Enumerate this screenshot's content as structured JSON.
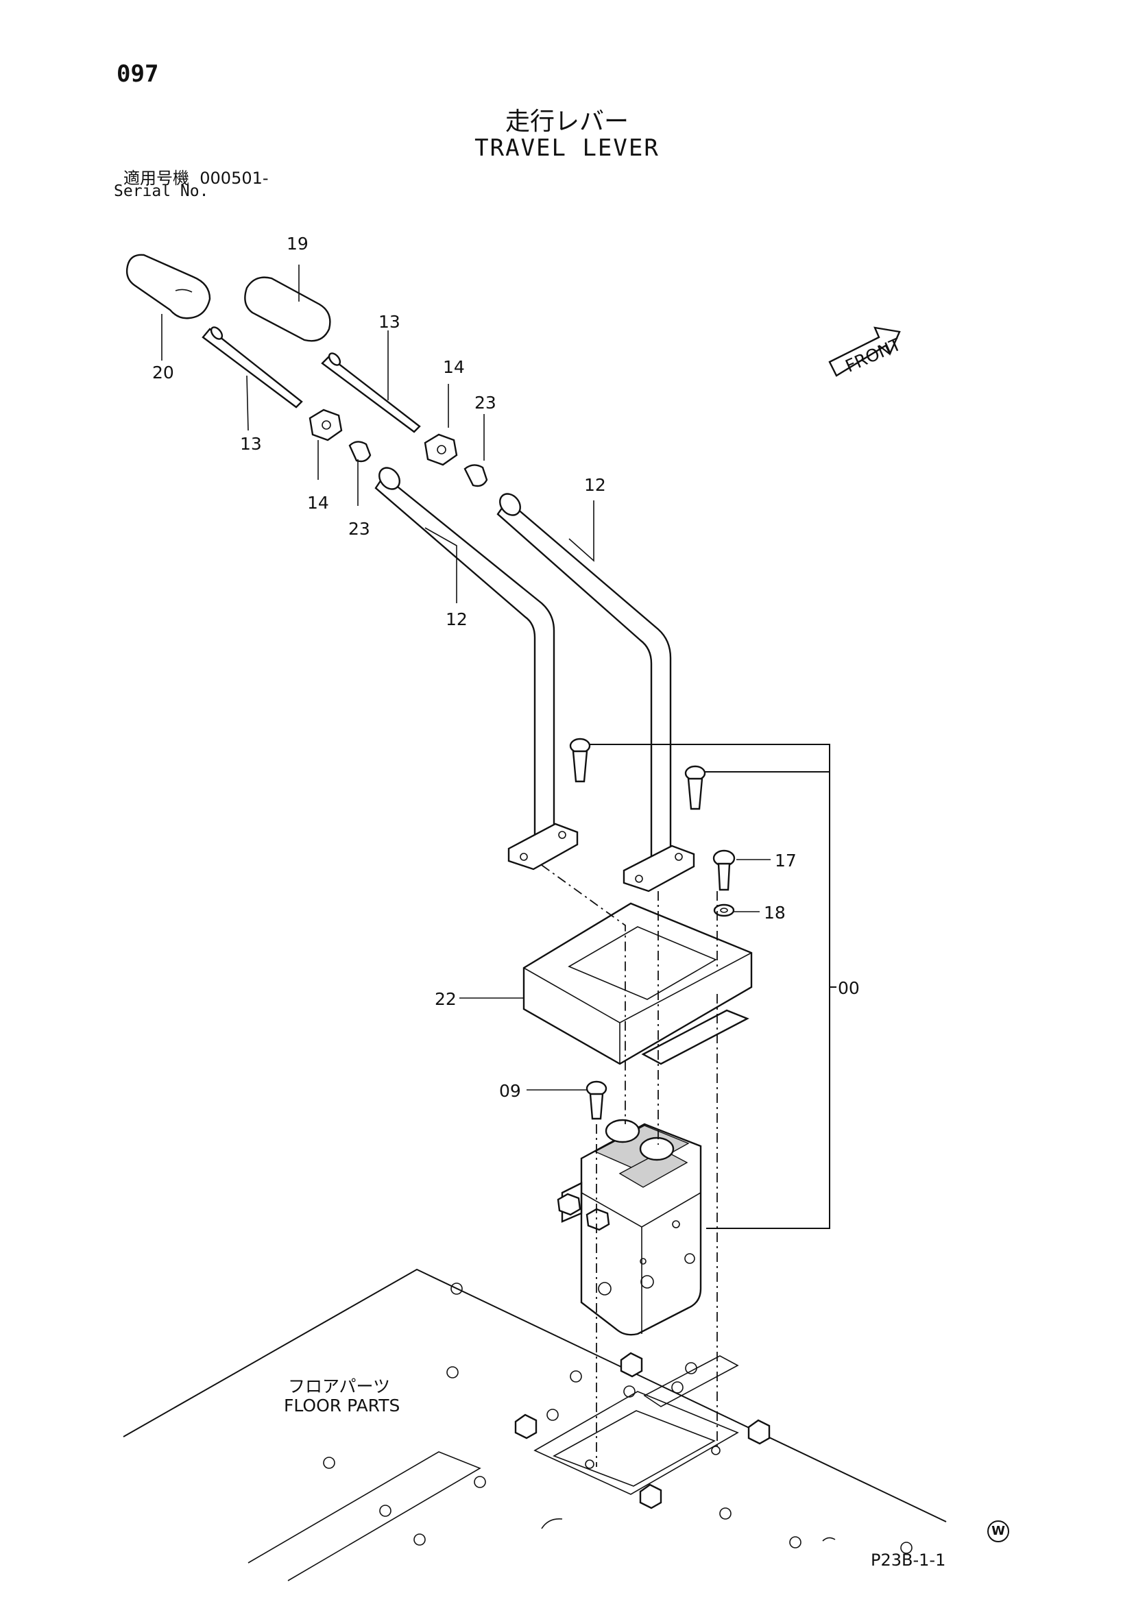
{
  "header": {
    "page_number": "097",
    "title_jp": "走行レバー",
    "title_en": "TRAVEL LEVER",
    "serial_label_jp": "適用号機",
    "serial_value": "000501-",
    "serial_label_en": "Serial No."
  },
  "front_label": "FRONT",
  "callouts": {
    "c19": "19",
    "c20": "20",
    "c13a": "13",
    "c13b": "13",
    "c14a": "14",
    "c14b": "14",
    "c23a": "23",
    "c23b": "23",
    "c12a": "12",
    "c12b": "12",
    "c17": "17",
    "c18": "18",
    "c00": "00",
    "c22": "22",
    "c09": "09"
  },
  "floor": {
    "label_jp": "フロアパーツ",
    "label_en": "FLOOR PARTS"
  },
  "footer": {
    "code": "P23B-1-1",
    "mark": "W"
  }
}
